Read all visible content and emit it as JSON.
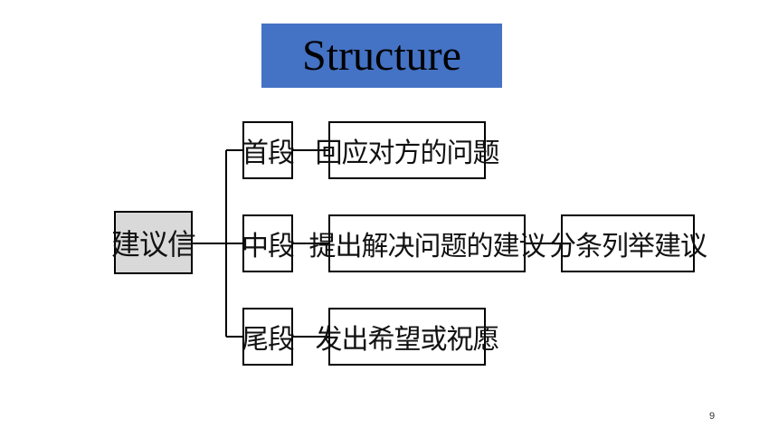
{
  "title": "Structure",
  "diagram": {
    "root": "建议信",
    "sections": [
      {
        "label": "首段",
        "detail": "回应对方的问题"
      },
      {
        "label": "中段",
        "detail": "提出解决问题的建议",
        "sub_detail": "分条列举建议"
      },
      {
        "label": "尾段",
        "detail": "发出希望或祝愿"
      }
    ]
  },
  "page_number": "9",
  "colors": {
    "title_bg": "#4472c4",
    "root_bg": "#d9d9d9"
  }
}
